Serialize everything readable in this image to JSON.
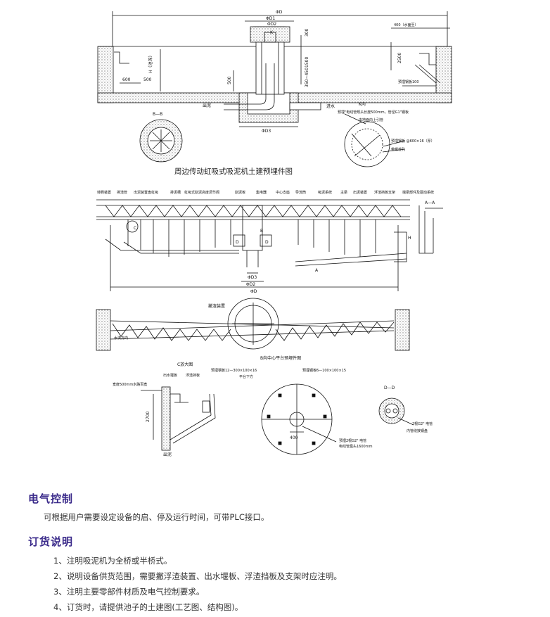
{
  "drawing1": {
    "caption": "周边传动虹吸式吸泥机土建预埋件图",
    "dims": {
      "phiD": "ΦD",
      "phiD1": "ΦD1",
      "phiD2": "ΦD2",
      "phiD3": "ΦD3",
      "K": "K",
      "H": "H（池深）",
      "d500": "500",
      "d600": "600",
      "d300": "300",
      "d1500": "1500",
      "d100": "100",
      "d2500": "2500",
      "range": "350~450",
      "water": "400（水面至）"
    },
    "labels": {
      "mud_out": "出泥",
      "water_in": "进水",
      "bb": "B—B",
      "k": "K向",
      "note1": "预埋\"电线管规头长度500mm，管径G1\"钢板",
      "note2": "由地面向上引管",
      "note3": "预埋钢板 @600×16（厚）",
      "note4": "带螺栓孔",
      "embed": "预埋钢板100"
    }
  },
  "drawing2": {
    "top_labels": [
      "转刷装置",
      "排渣管",
      "出泥装置盘虹吸",
      "排泥槽",
      "虹吸式刮泥高度调节阀",
      "刮泥板",
      "集电器",
      "中心支座",
      "导流筒",
      "吸泥系统",
      "主梁",
      "出泥装置",
      "浮渣挡板支架",
      "端梁部件及驱动系统"
    ],
    "aa": "A—A",
    "a": "A",
    "b": "B",
    "d": "D",
    "c": "C",
    "phiD": "ΦD",
    "phiD2": "ΦD2",
    "phiD3": "ΦD3",
    "H": "H"
  },
  "drawing3": {
    "scum": "撇渣装置",
    "flow": "水流方向"
  },
  "drawing4": {
    "c_title": "C放大图",
    "c_labels": [
      "出水堰板",
      "浮渣挡板",
      "宽度500mm水路百宽"
    ],
    "c_dim": "2700",
    "c_out": "出泥",
    "b_title": "B向中心平台预埋件图",
    "b_labels": [
      "预埋钢板12—300×100×16",
      "平台下方",
      "预埋钢板6—100×100×15",
      "预埋2根G2\" 电管",
      "电线管露头1600mm"
    ],
    "b_dim": "400",
    "dd_title": "D—D",
    "dd_labels": [
      "2根G2\" 电管",
      "内管绕接钢盘"
    ]
  },
  "electric": {
    "title": "电气控制",
    "text": "可根据用户需要设定设备的启、停及运行时间，可带PLC接口。"
  },
  "order": {
    "title": "订货说明",
    "items": [
      "1、注明吸泥机为全桥或半桥式。",
      "2、说明设备供货范围，需要撇浮渣装置、出水堰板、浮渣挡板及支架时应注明。",
      "3、注明主要零部件材质及电气控制要求。",
      "4、订货时，请提供池子的土建图(工艺图、结构图)。"
    ]
  },
  "colors": {
    "heading": "#3a2a8a",
    "ink": "#111111",
    "text": "#333333"
  }
}
